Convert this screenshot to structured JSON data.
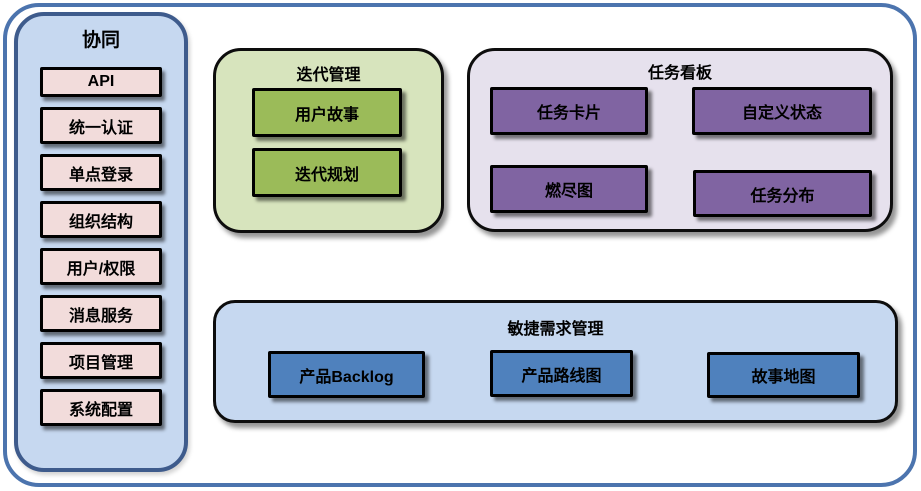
{
  "sidebar": {
    "title": "协同",
    "items": [
      "API",
      "统一认证",
      "单点登录",
      "组织结构",
      "用户/权限",
      "消息服务",
      "项目管理",
      "系统配置"
    ]
  },
  "groups": [
    {
      "title": "迭代管理",
      "items": [
        "用户故事",
        "迭代规划"
      ]
    },
    {
      "title": "任务看板",
      "items": [
        "任务卡片",
        "自定义状态",
        "燃尽图",
        "任务分布"
      ]
    },
    {
      "title": "敏捷需求管理",
      "items": [
        "产品Backlog",
        "产品路线图",
        "故事地图"
      ]
    }
  ],
  "colors": {
    "frame_border": "#4C74AE",
    "sidebar_fill": "#C6D8F0",
    "sidebar_border": "#3E5B8C",
    "pink_item": "#F2DCDB",
    "green_group": "#D7E4BD",
    "green_item": "#9BBB59",
    "lavender_group": "#E6E1ED",
    "purple_item": "#8064A2",
    "blue_group": "#C6D8F0",
    "blue_item": "#4F81BD",
    "item_border": "#000000",
    "text": "#000000"
  }
}
